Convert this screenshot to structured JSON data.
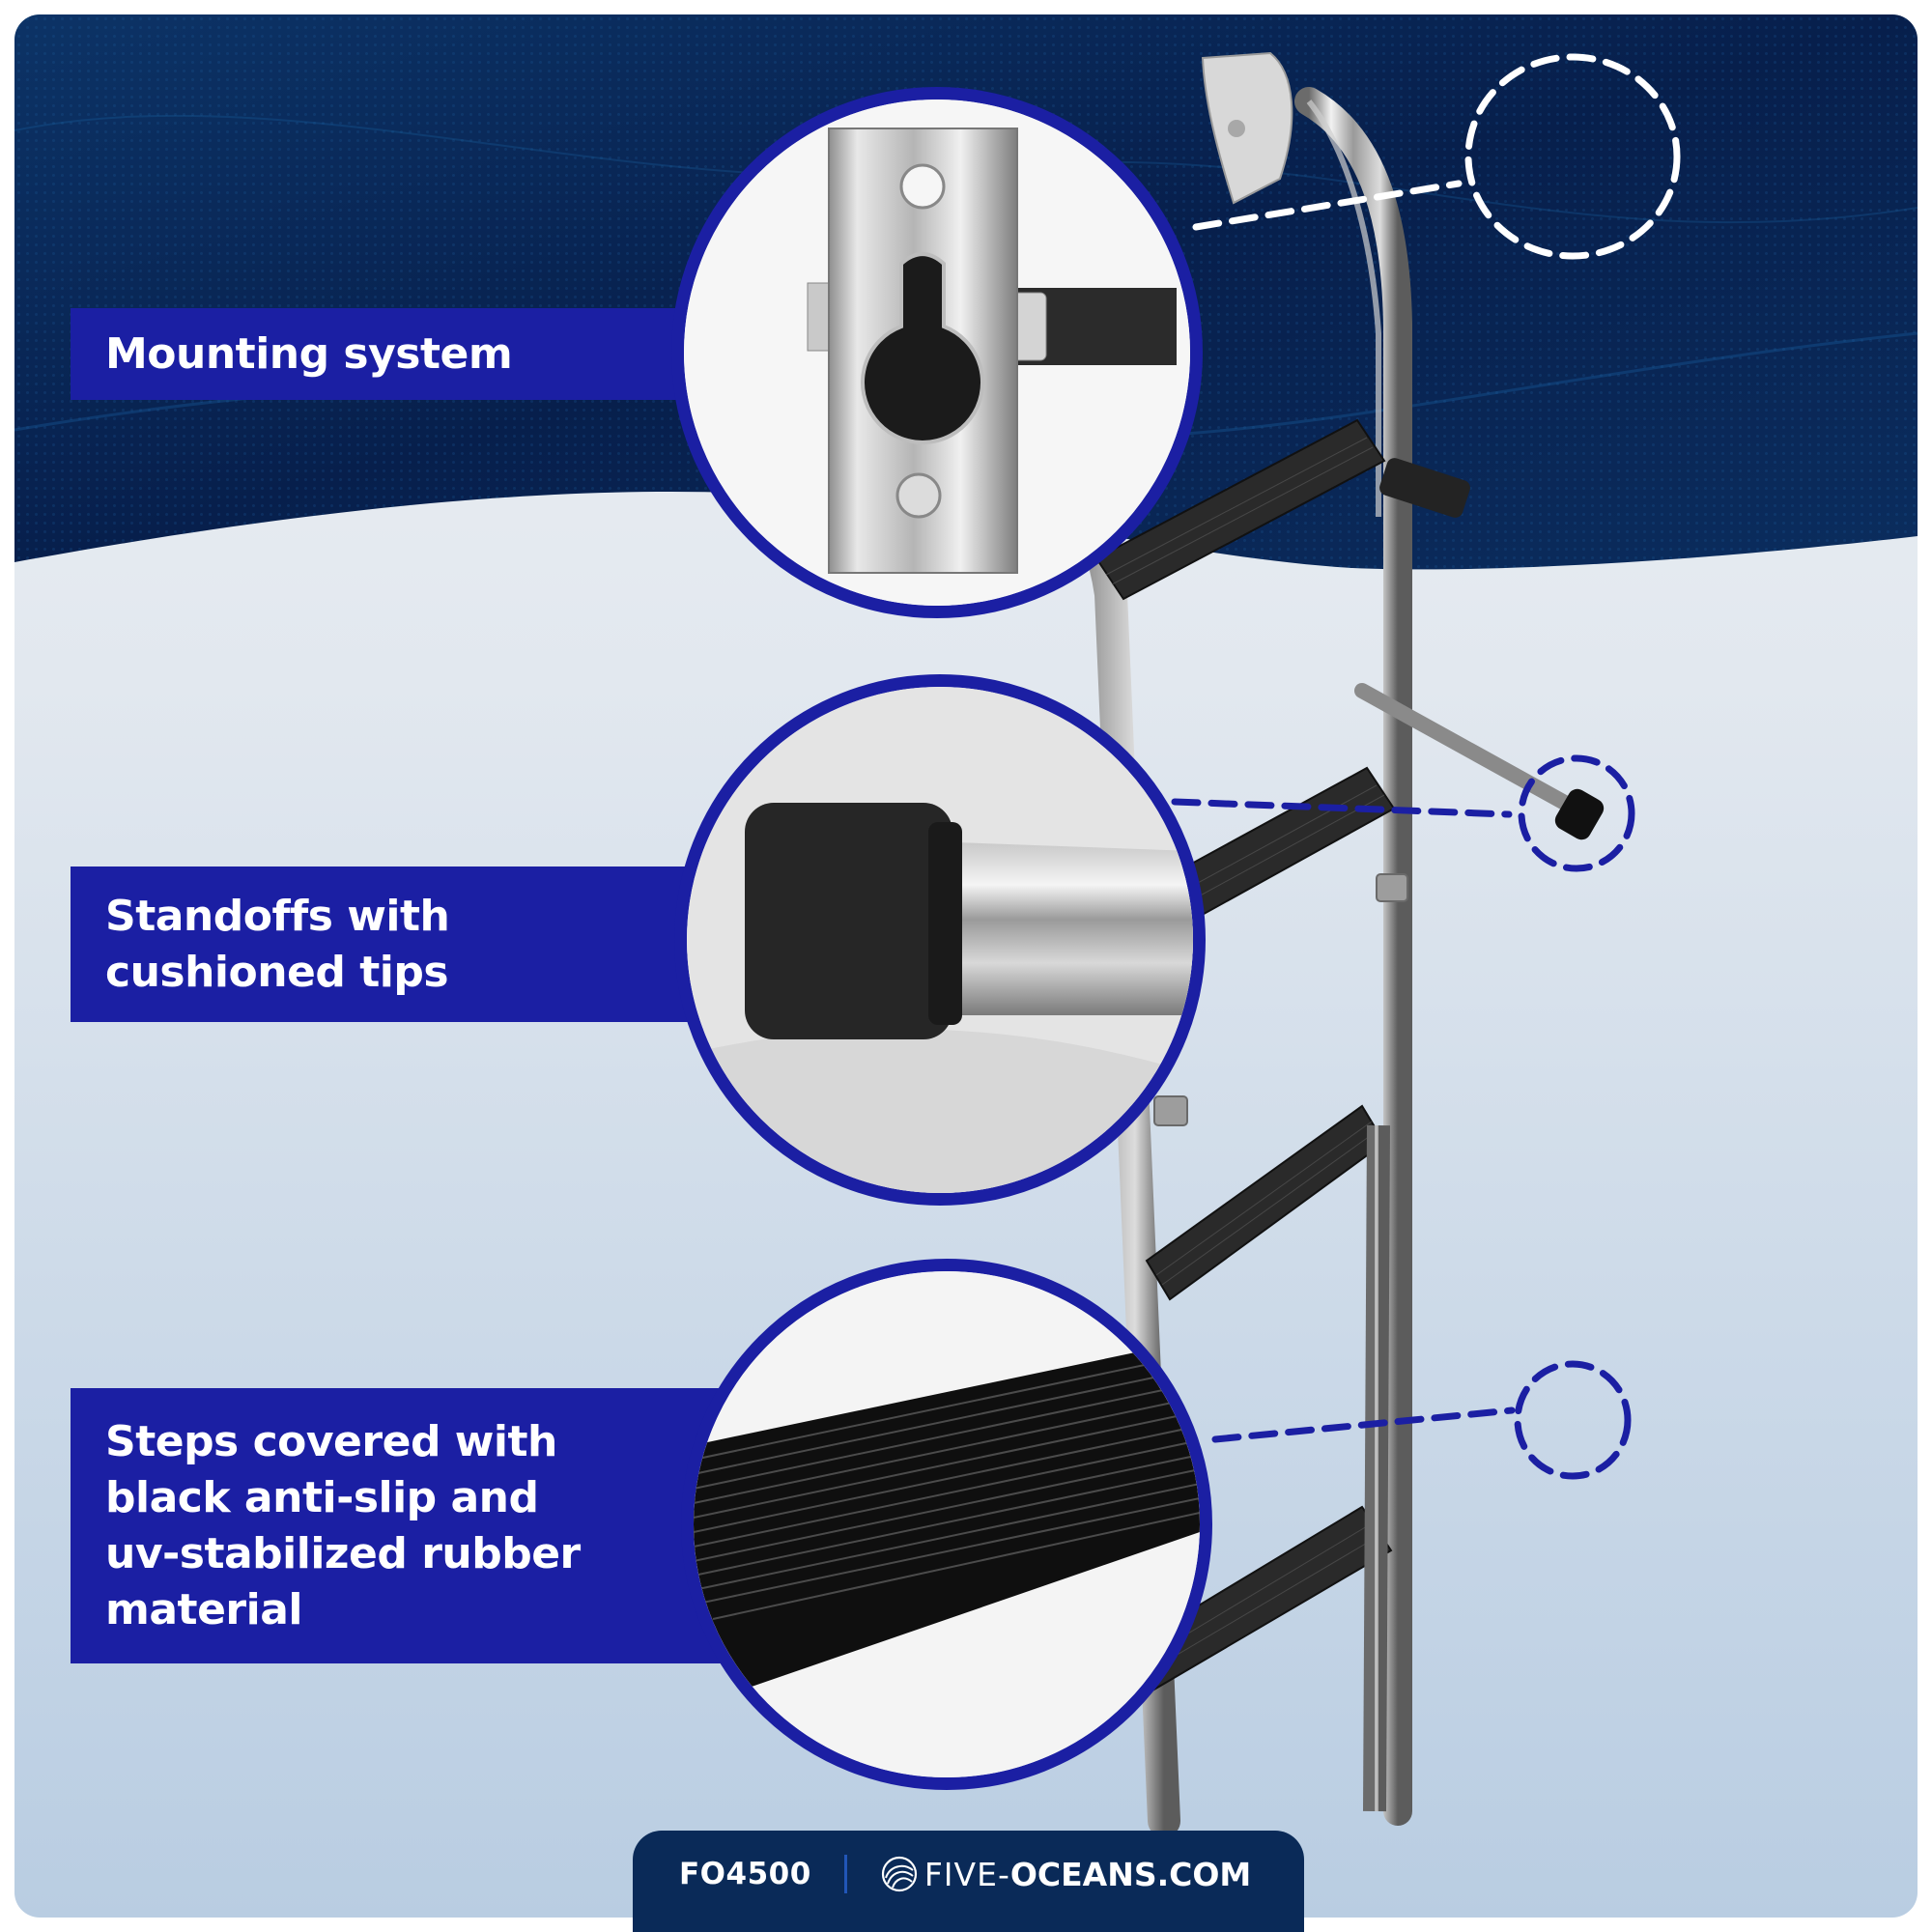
{
  "features": [
    {
      "id": "mounting",
      "lines": [
        "Mounting system"
      ]
    },
    {
      "id": "standoffs",
      "lines": [
        "Standoffs with",
        "cushioned tips"
      ]
    },
    {
      "id": "steps",
      "lines": [
        "Steps covered with",
        "black anti-slip and",
        "uv-stabilized rubber",
        "material"
      ]
    }
  ],
  "footer": {
    "sku": "FO4500",
    "brand_light": "FIVE-",
    "brand_bold": "OCEANS.COM",
    "logo_icon": "shell-wave-logo-icon"
  },
  "colors": {
    "label_bg": "#1b1fa3",
    "top_band": "#0b2a5c",
    "footer_bg": "#0a2a58",
    "callout_dash_light": "#ffffff",
    "callout_dash_dark": "#1b1fa3",
    "bottom_bg": "#b9cde2"
  },
  "product": {
    "name": "Stainless steel boarding ladder",
    "steps_count": 4
  }
}
